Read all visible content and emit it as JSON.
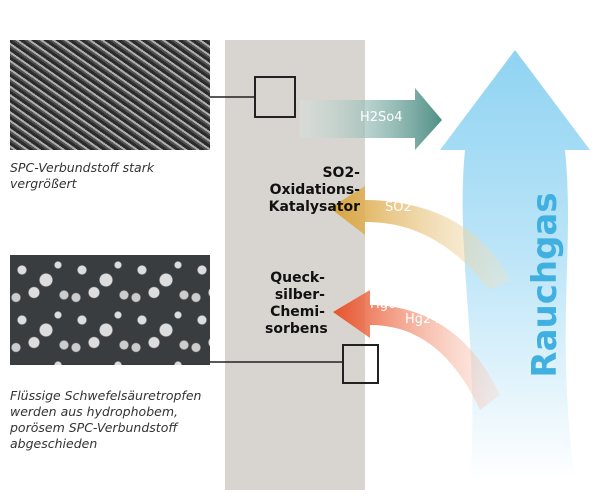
{
  "captions": {
    "top": "SPC-Verbundstoff stark vergrößert",
    "bottom": "Flüssige Schwefelsäuretropfen werden aus hydrophobem, porösem SPC-Verbundstoff abgeschieden"
  },
  "panel_labels": {
    "catalyst": [
      "SO2-",
      "Oxidations-",
      "Katalysator"
    ],
    "sorbent": [
      "Queck-",
      "silber-",
      "Chemi-",
      "sorbens"
    ]
  },
  "arrows": {
    "h2so4": "H2So4",
    "so2": "SO2",
    "hg0": "Hg0",
    "hg2": "Hg2+"
  },
  "flue_gas": "Rauchgas",
  "colors": {
    "teal": "#4f8f86",
    "gold": "#d9a23a",
    "red": "#e8522a",
    "blue": "#8fd3f2"
  }
}
